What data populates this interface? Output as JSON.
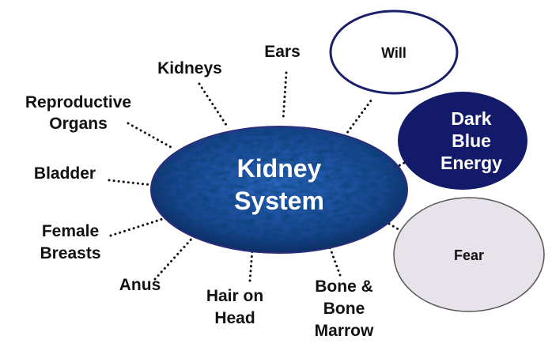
{
  "center": {
    "line1": "Kidney",
    "line2": "System",
    "fill": "#1d4fa0"
  },
  "labels": {
    "ears": "Ears",
    "kidneys": "Kidneys",
    "reproductive": [
      "Reproductive",
      "Organs"
    ],
    "bladder": "Bladder",
    "female_breasts": [
      "Female",
      "Breasts"
    ],
    "anus": "Anus",
    "hair": [
      "Hair on",
      "Head"
    ],
    "bone": [
      "Bone &",
      "Bone",
      "Marrow"
    ]
  },
  "bubbles": {
    "will": {
      "text": "Will"
    },
    "energy": {
      "lines": [
        "Dark",
        "Blue",
        "Energy"
      ],
      "fill": "#141a6a"
    },
    "fear": {
      "text": "Fear",
      "fill": "#e8e3ea"
    }
  }
}
